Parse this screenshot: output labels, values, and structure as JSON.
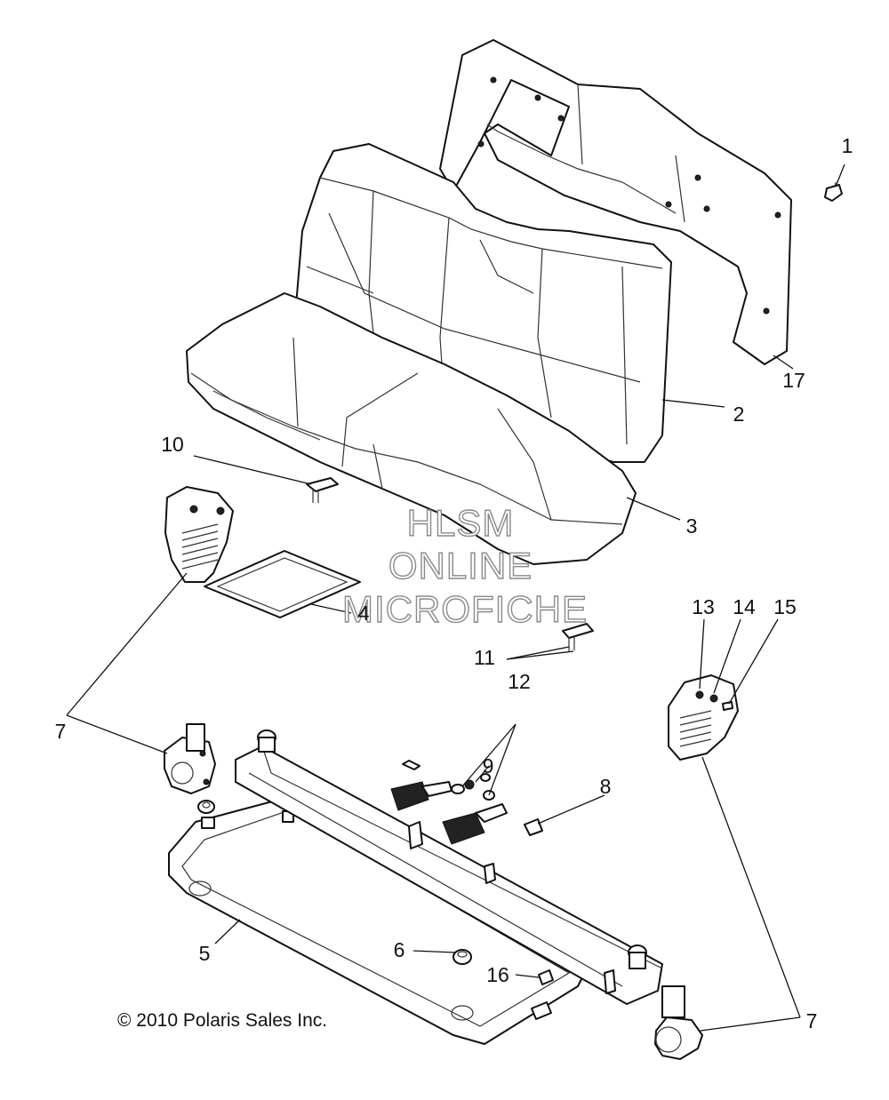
{
  "callouts": {
    "c1": "1",
    "c2": "2",
    "c3": "3",
    "c4": "4",
    "c5": "5",
    "c6": "6",
    "c7a": "7",
    "c7b": "7",
    "c8": "8",
    "c9": "9",
    "c10": "10",
    "c11": "11",
    "c12": "12",
    "c13": "13",
    "c14": "14",
    "c15": "15",
    "c16": "16",
    "c17": "17"
  },
  "copyright": "© 2010 Polaris Sales Inc.",
  "watermark": {
    "line1": "HLSM",
    "line2": "ONLINE",
    "line3": "MICROFICHE"
  }
}
